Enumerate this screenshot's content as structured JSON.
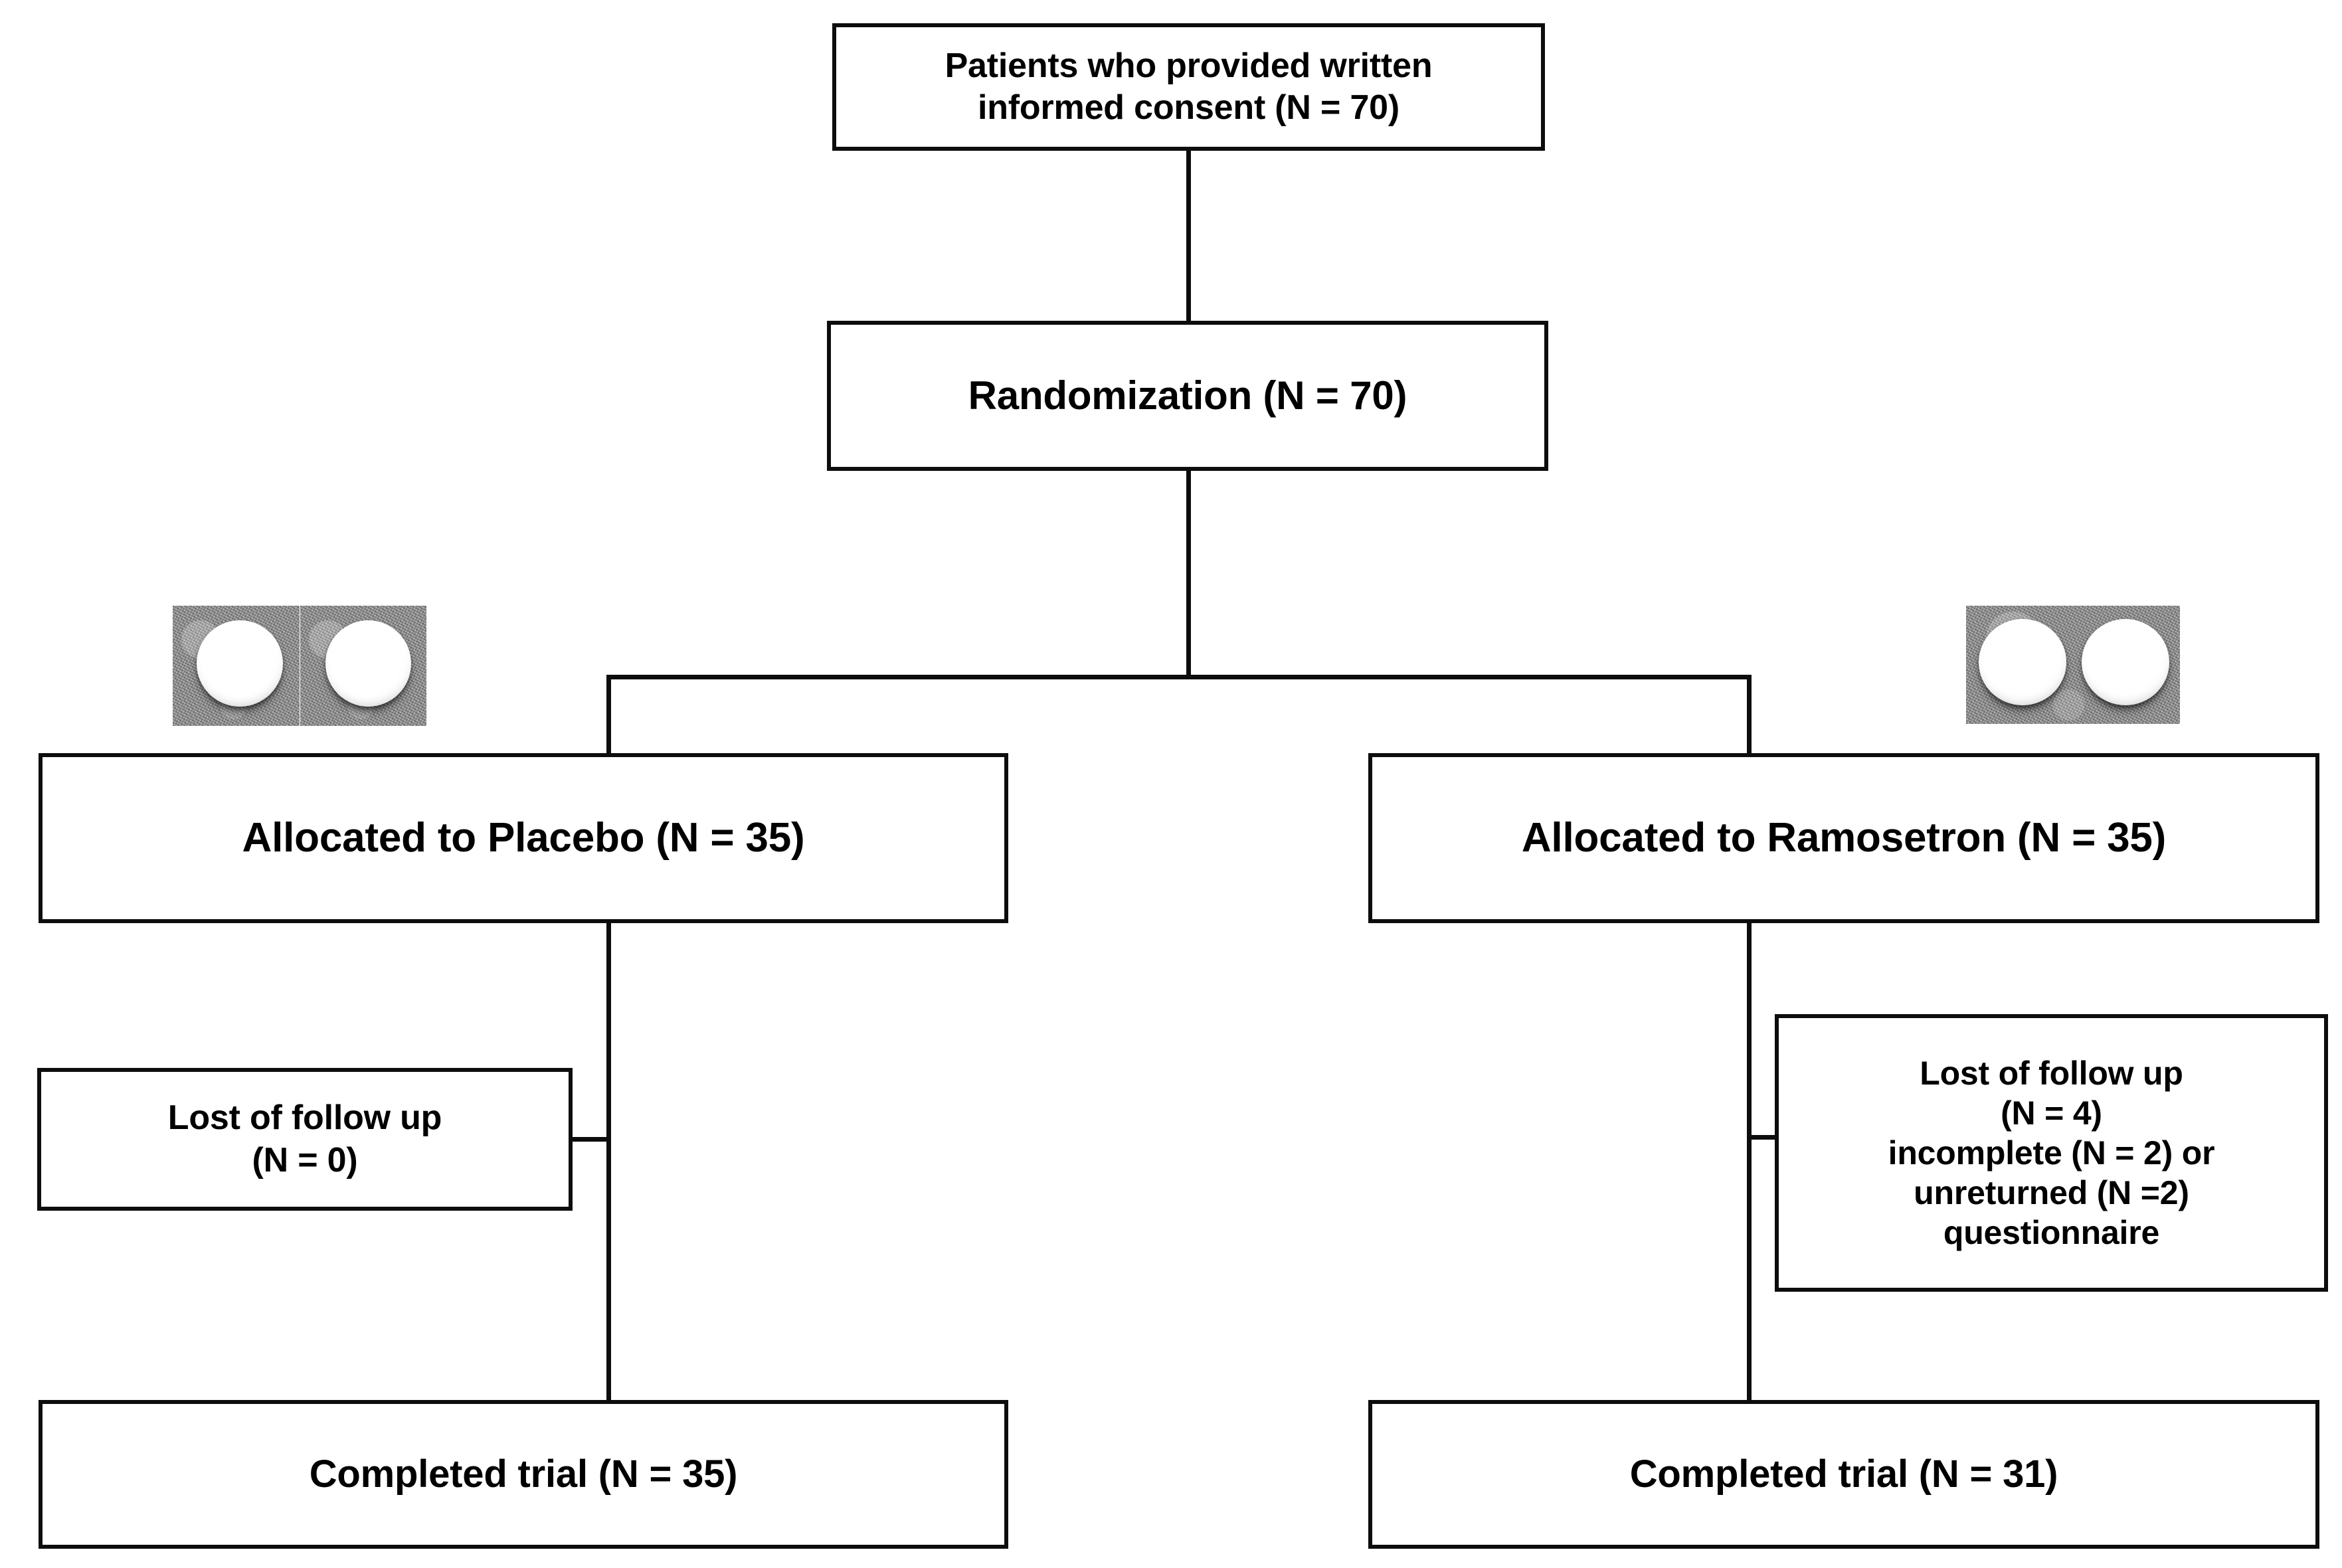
{
  "diagram": {
    "type": "consort-flow-diagram",
    "title": "CONSORT participant flow",
    "line_color": "#0d0d0d",
    "background": "#ffffff"
  },
  "nodes": {
    "consent": {
      "label": "Patients who provided written\ninformed consent (N = 70)",
      "n": 70
    },
    "randomization": {
      "label": "Randomization (N = 70)",
      "n": 70
    },
    "allocated_placebo": {
      "label": "Allocated to Placebo   (N = 35)",
      "arm": "Placebo",
      "n": 35
    },
    "allocated_ramosetron": {
      "label": "Allocated to Ramosetron   (N = 35)",
      "arm": "Ramosetron",
      "n": 35
    },
    "lost_placebo": {
      "label": "Lost of follow up\n(N = 0)",
      "n": 0
    },
    "lost_ramosetron": {
      "label": "Lost of follow up\n(N = 4)\nincomplete (N = 2) or\nunreturned (N =2)\nquestionnaire",
      "n": 4,
      "incomplete": 2,
      "unreturned": 2
    },
    "completed_placebo": {
      "label": "Completed trial (N = 35)",
      "n": 35
    },
    "completed_ramosetron": {
      "label": "Completed trial (N = 31)",
      "n": 31
    }
  },
  "images": {
    "placebo_tablets": "two-white-round-tablets-photo",
    "ramosetron_tablets": "two-white-round-tablets-photo"
  }
}
